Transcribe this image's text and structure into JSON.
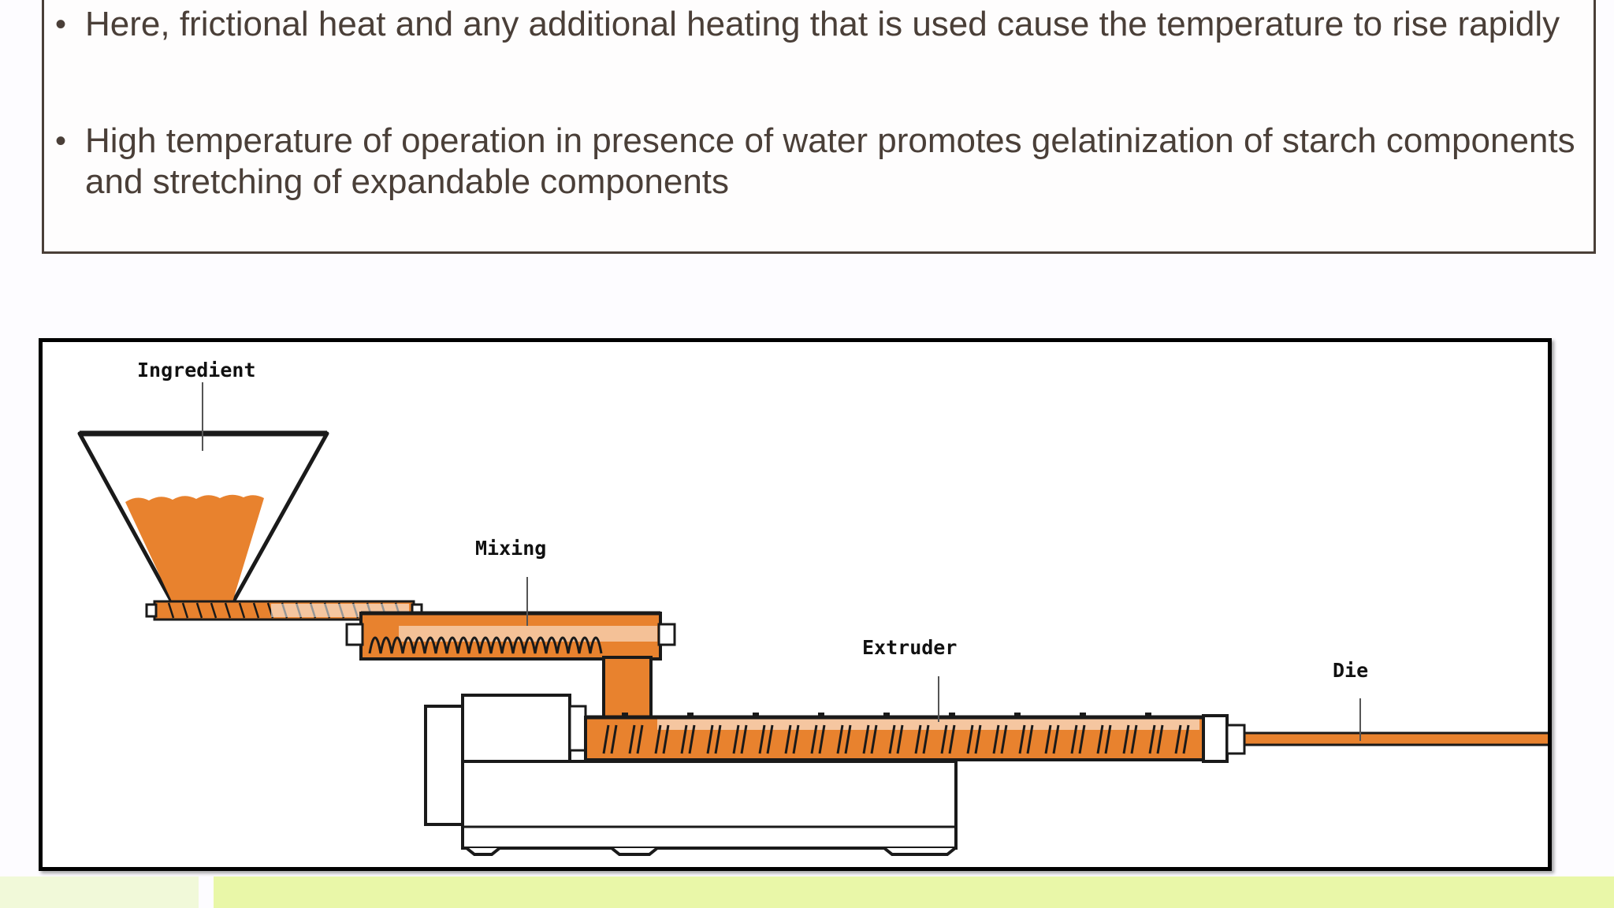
{
  "bullets": [
    "Here, frictional heat and any additional heating that is used cause the temperature to rise rapidly",
    "High temperature of operation in presence of water promotes gelatinization of starch components and stretching of expandable components"
  ],
  "diagram": {
    "labels": {
      "ingredient": "Ingredient",
      "mixing": "Mixing",
      "extruder": "Extruder",
      "die": "Die"
    },
    "colors": {
      "material": "#e8822e",
      "outline": "#1a1a1a",
      "text_color": "#4a3f38",
      "footer_light": "#f1f9d9",
      "footer_accent": "#e9f7a8"
    }
  }
}
